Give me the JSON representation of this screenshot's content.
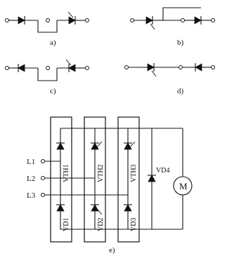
{
  "labels": {
    "a": "a)",
    "b": "b)",
    "c": "c)",
    "d": "d)",
    "e": "e)"
  },
  "inputs": {
    "l1": "L1",
    "l2": "L2",
    "l3": "L3"
  },
  "devices": {
    "vth1": "VTH1",
    "vth2": "VTH2",
    "vth3": "VTH3",
    "vd1": "VD1",
    "vd2": "VD2",
    "vd3": "VD3",
    "vd4": "VD4"
  },
  "motor": "M",
  "colors": {
    "ink": "#111111",
    "background": "#ffffff"
  }
}
